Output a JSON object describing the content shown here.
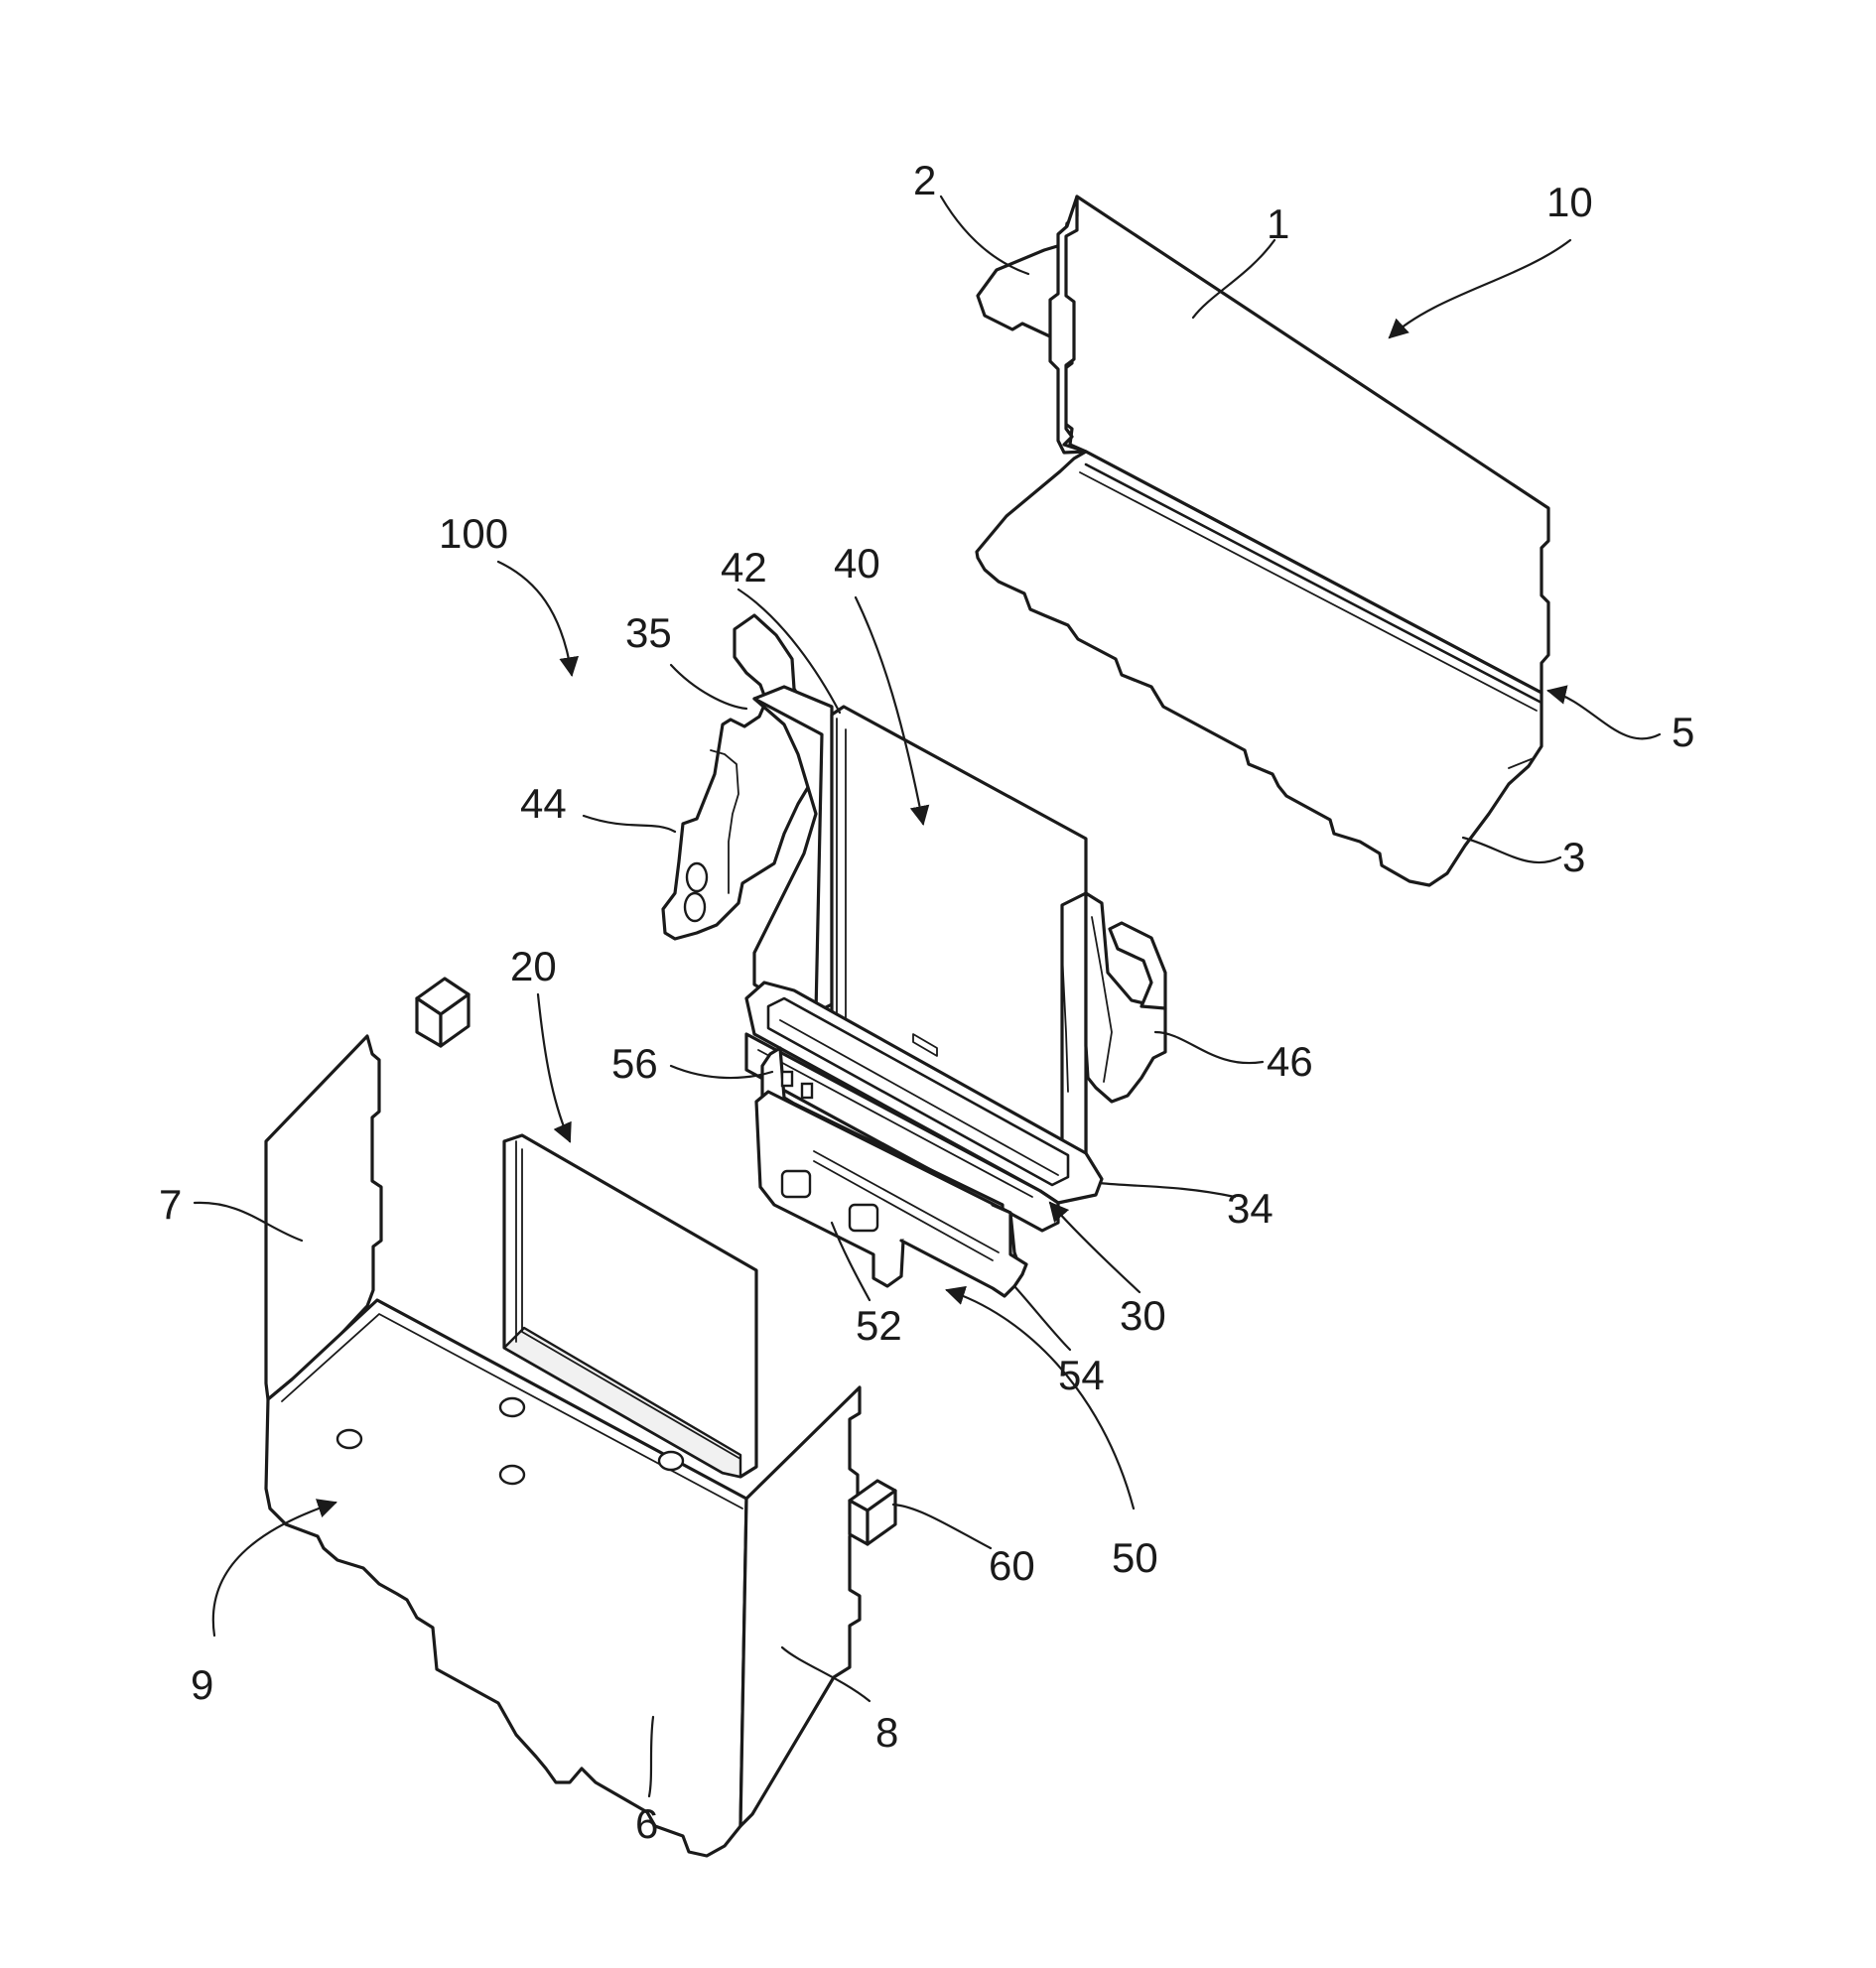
{
  "figure": {
    "reference_numerals": {
      "n1": "1",
      "n2": "2",
      "n3": "3",
      "n5": "5",
      "n6": "6",
      "n7": "7",
      "n8": "8",
      "n9": "9",
      "n10": "10",
      "n20": "20",
      "n30": "30",
      "n34": "34",
      "n35": "35",
      "n40": "40",
      "n42": "42",
      "n44": "44",
      "n46": "46",
      "n50": "50",
      "n52": "52",
      "n54": "54",
      "n56": "56",
      "n60": "60",
      "n100": "100"
    }
  }
}
